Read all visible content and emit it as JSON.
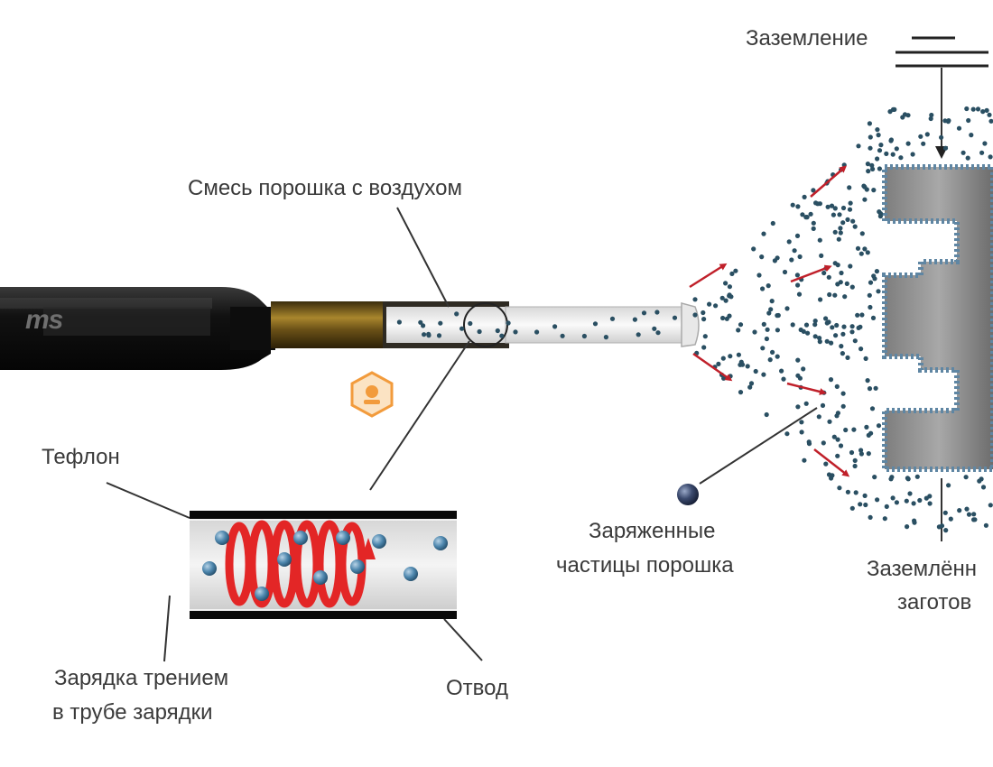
{
  "labels": {
    "grounding": "Заземление",
    "mixture": "Смесь порошка с воздухом",
    "teflon": "Тефлон",
    "charged_1": "Заряженные",
    "charged_2": "частицы  порошка",
    "workpiece_1": "Заземлённ",
    "workpiece_2": "заготов",
    "friction_1": "Зарядка трением",
    "friction_2": "в трубе зарядки",
    "outlet": "Отвод"
  },
  "gun": {
    "logo_text": "ms"
  },
  "colors": {
    "particle": "#2a4f62",
    "arrow": "#c0202a",
    "coil": "#e32626",
    "gun_body": "#151515",
    "workpiece": "#8c8c8c",
    "workpiece_edge": "#5f86a3"
  },
  "icons": {
    "watermark": "shield-icon"
  }
}
